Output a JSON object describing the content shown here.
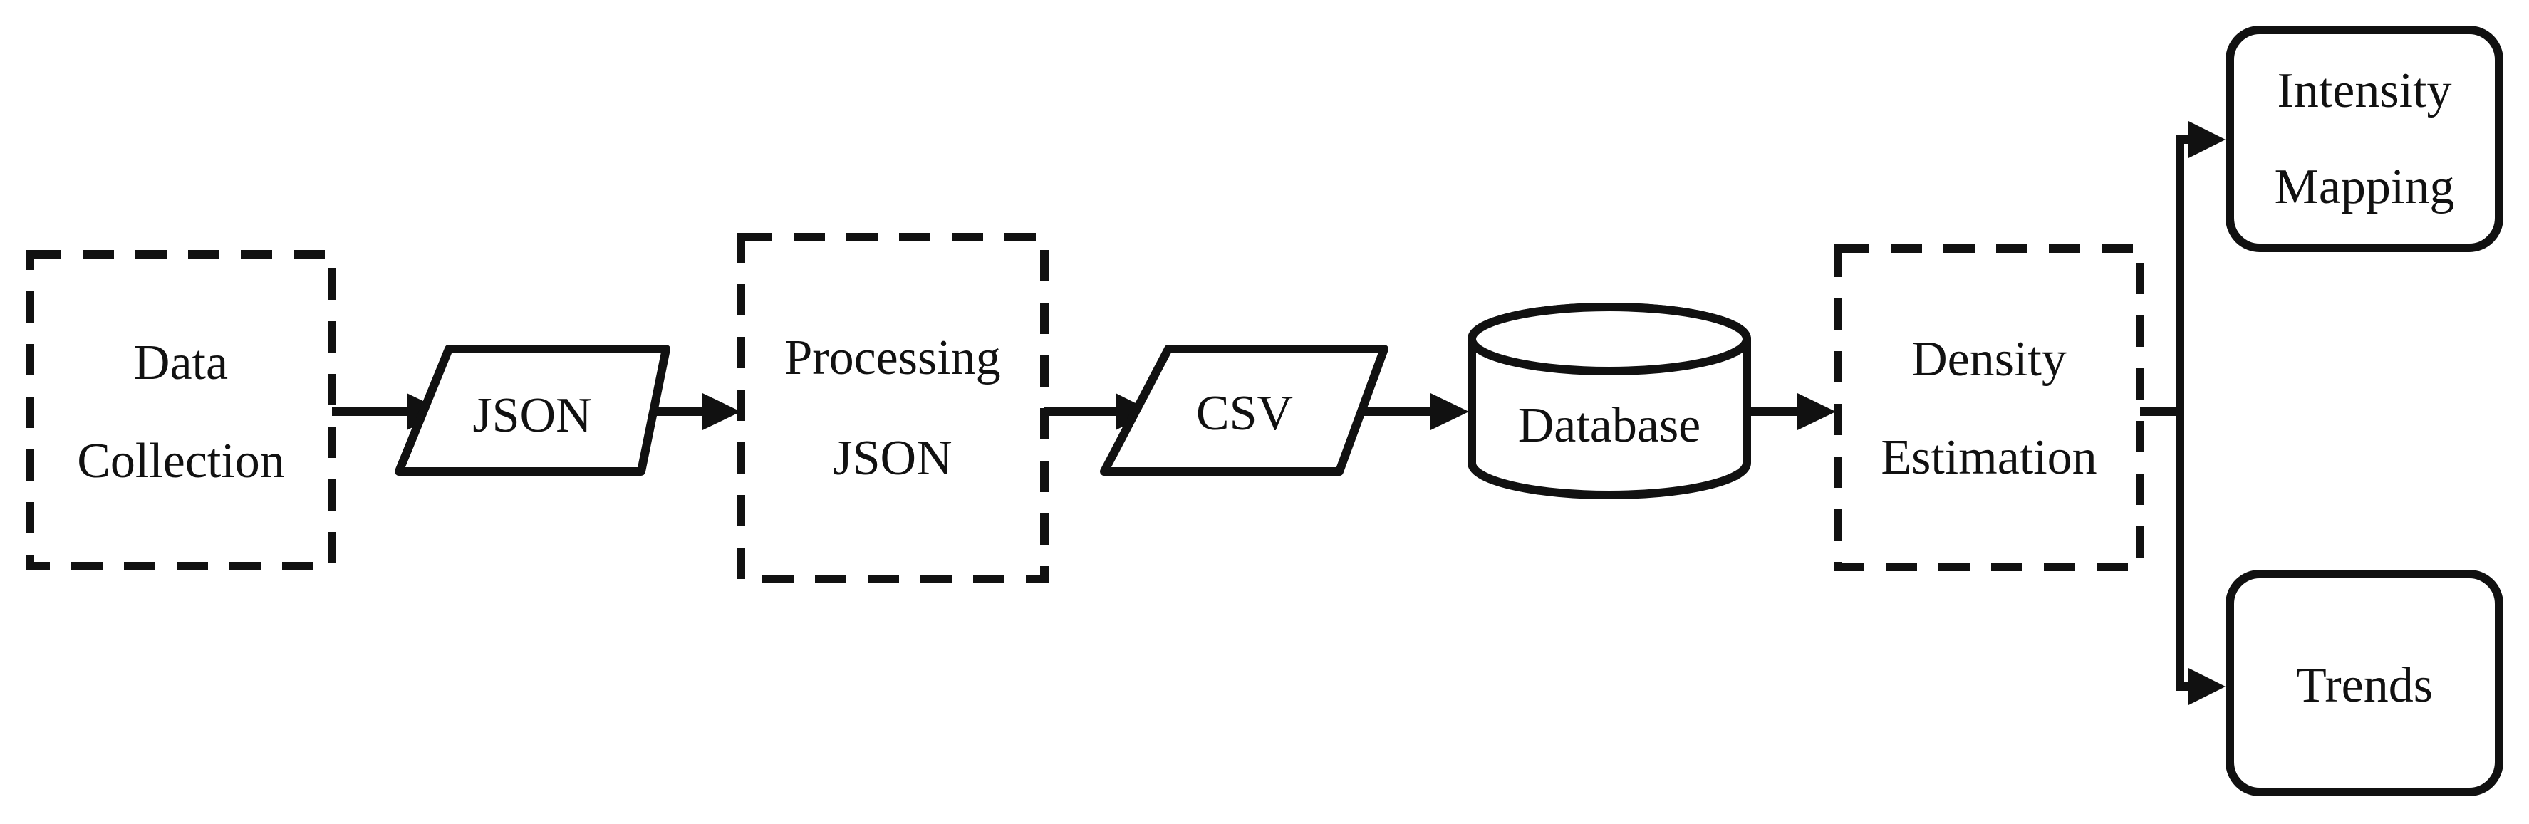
{
  "nodes": {
    "data_collection": {
      "lines": [
        "Data",
        "Collection"
      ]
    },
    "json": {
      "lines": [
        "JSON"
      ]
    },
    "processing_json": {
      "lines": [
        "Processing",
        "JSON"
      ]
    },
    "csv": {
      "lines": [
        "CSV"
      ]
    },
    "database": {
      "lines": [
        "Database"
      ]
    },
    "density_estimation": {
      "lines": [
        "Density",
        "Estimation"
      ]
    },
    "intensity_mapping": {
      "lines": [
        "Intensity",
        "Mapping"
      ]
    },
    "trends": {
      "lines": [
        "Trends"
      ]
    }
  },
  "edges": [
    {
      "from": "data_collection",
      "to": "json"
    },
    {
      "from": "json",
      "to": "processing_json"
    },
    {
      "from": "processing_json",
      "to": "csv"
    },
    {
      "from": "csv",
      "to": "database"
    },
    {
      "from": "database",
      "to": "density_estimation"
    },
    {
      "from": "density_estimation",
      "to": "intensity_mapping"
    },
    {
      "from": "density_estimation",
      "to": "trends"
    }
  ],
  "colors": {
    "stroke": "#111111",
    "fill": "#ffffff"
  }
}
